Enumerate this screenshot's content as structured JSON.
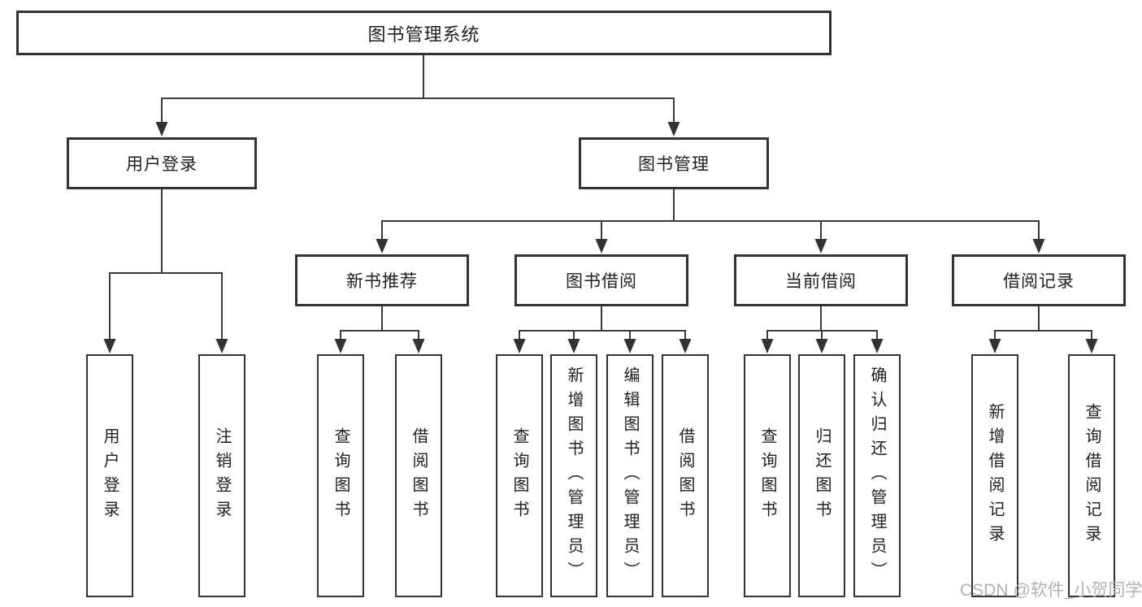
{
  "tree": {
    "label": "图书管理系统",
    "children": [
      {
        "label": "用户登录",
        "children": [
          {
            "label": "用户登录"
          },
          {
            "label": "注销登录"
          }
        ]
      },
      {
        "label": "图书管理",
        "children": [
          {
            "label": "新书推荐",
            "children": [
              {
                "label": "查询图书"
              },
              {
                "label": "借阅图书"
              }
            ]
          },
          {
            "label": "图书借阅",
            "children": [
              {
                "label": "查询图书"
              },
              {
                "label": "新增图书（管理员）"
              },
              {
                "label": "编辑图书（管理员）"
              },
              {
                "label": "借阅图书"
              }
            ]
          },
          {
            "label": "当前借阅",
            "children": [
              {
                "label": "查询图书"
              },
              {
                "label": "归还图书"
              },
              {
                "label": "确认归还（管理员）"
              }
            ]
          },
          {
            "label": "借阅记录",
            "children": [
              {
                "label": "新增借阅记录"
              },
              {
                "label": "查询借阅记录"
              }
            ]
          }
        ]
      }
    ]
  },
  "watermark": "CSDN @软件_小贺同学",
  "colors": {
    "line": "#3a3a3a",
    "box_border": "#333333",
    "text": "#1f1f1f",
    "watermark": "#b3b3b3",
    "background": "#ffffff"
  }
}
